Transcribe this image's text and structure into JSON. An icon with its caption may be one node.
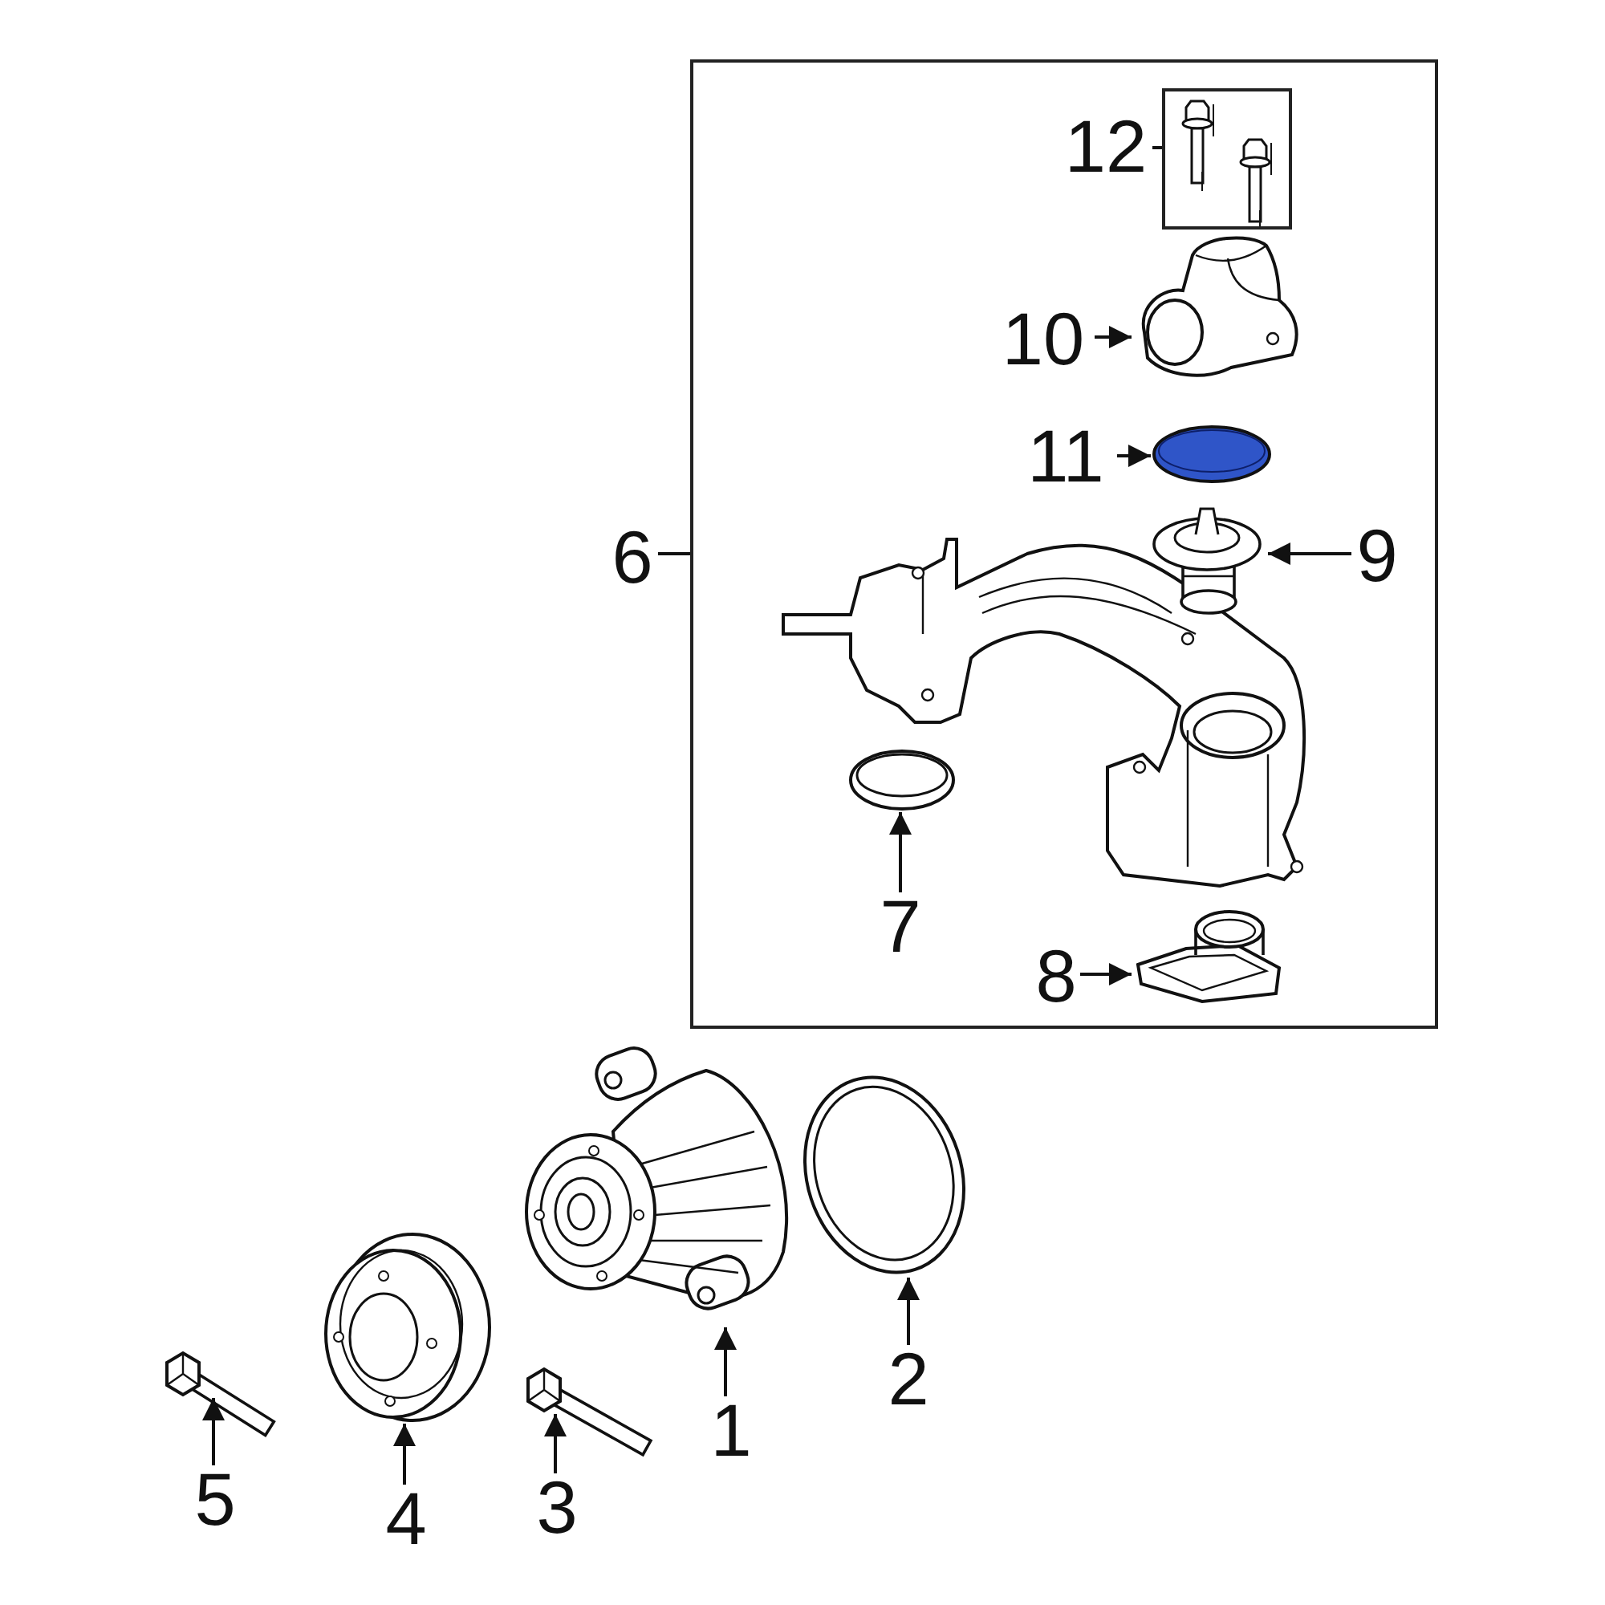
{
  "diagram": {
    "nodes": [
      {
        "text": [],
        "shape": "box"
      },
      {
        "text": [
          "12"
        ],
        "in": 0
      },
      {
        "text": [],
        "shape": "box",
        "in": 0
      },
      {
        "text": [
          "10"
        ],
        "in": 0
      },
      {
        "text": [],
        "shape": "picture",
        "in": 0
      },
      {
        "text": [
          "11"
        ],
        "in": 0
      },
      {
        "text": [],
        "shape": "picture",
        "in": 0
      },
      {
        "text": [],
        "shape": "picture",
        "in": 0
      },
      {
        "text": [
          "9"
        ],
        "in": 0
      },
      {
        "text": [
          "6"
        ]
      },
      {
        "text": [],
        "shape": "picture",
        "in": 0
      },
      {
        "text": [
          "7"
        ],
        "in": 0
      },
      {
        "text": [],
        "shape": "picture",
        "in": 0
      },
      {
        "text": [
          "8"
        ],
        "in": 0
      },
      {
        "text": [],
        "shape": "picture"
      },
      {
        "text": [],
        "shape": "picture"
      },
      {
        "text": [],
        "shape": "picture"
      },
      {
        "text": [],
        "shape": "picture"
      },
      {
        "text": [],
        "shape": "picture"
      },
      {
        "text": [
          "1"
        ]
      },
      {
        "text": [
          "2"
        ]
      },
      {
        "text": [
          "5"
        ]
      },
      {
        "text": [
          "4"
        ]
      },
      {
        "text": [
          "3"
        ]
      }
    ],
    "edges": [
      {
        "from": 1,
        "to": 2,
        "arrow": "none"
      },
      {
        "from": 3,
        "to": 4,
        "arrow": "to"
      },
      {
        "from": 5,
        "to": 6,
        "arrow": "to"
      },
      {
        "from": 8,
        "to": 7,
        "arrow": "to"
      },
      {
        "from": 9,
        "to": 0,
        "arrow": "none"
      },
      {
        "from": 11,
        "to": 10,
        "arrow": "to"
      },
      {
        "from": 13,
        "to": 12,
        "arrow": "to"
      },
      {
        "from": 19,
        "to": 14,
        "arrow": "to"
      },
      {
        "from": 20,
        "to": 15,
        "arrow": "to"
      },
      {
        "from": 21,
        "to": 16,
        "arrow": "to"
      },
      {
        "from": 22,
        "to": 17,
        "arrow": "to"
      },
      {
        "from": 23,
        "to": 18,
        "arrow": "to"
      }
    ]
  }
}
